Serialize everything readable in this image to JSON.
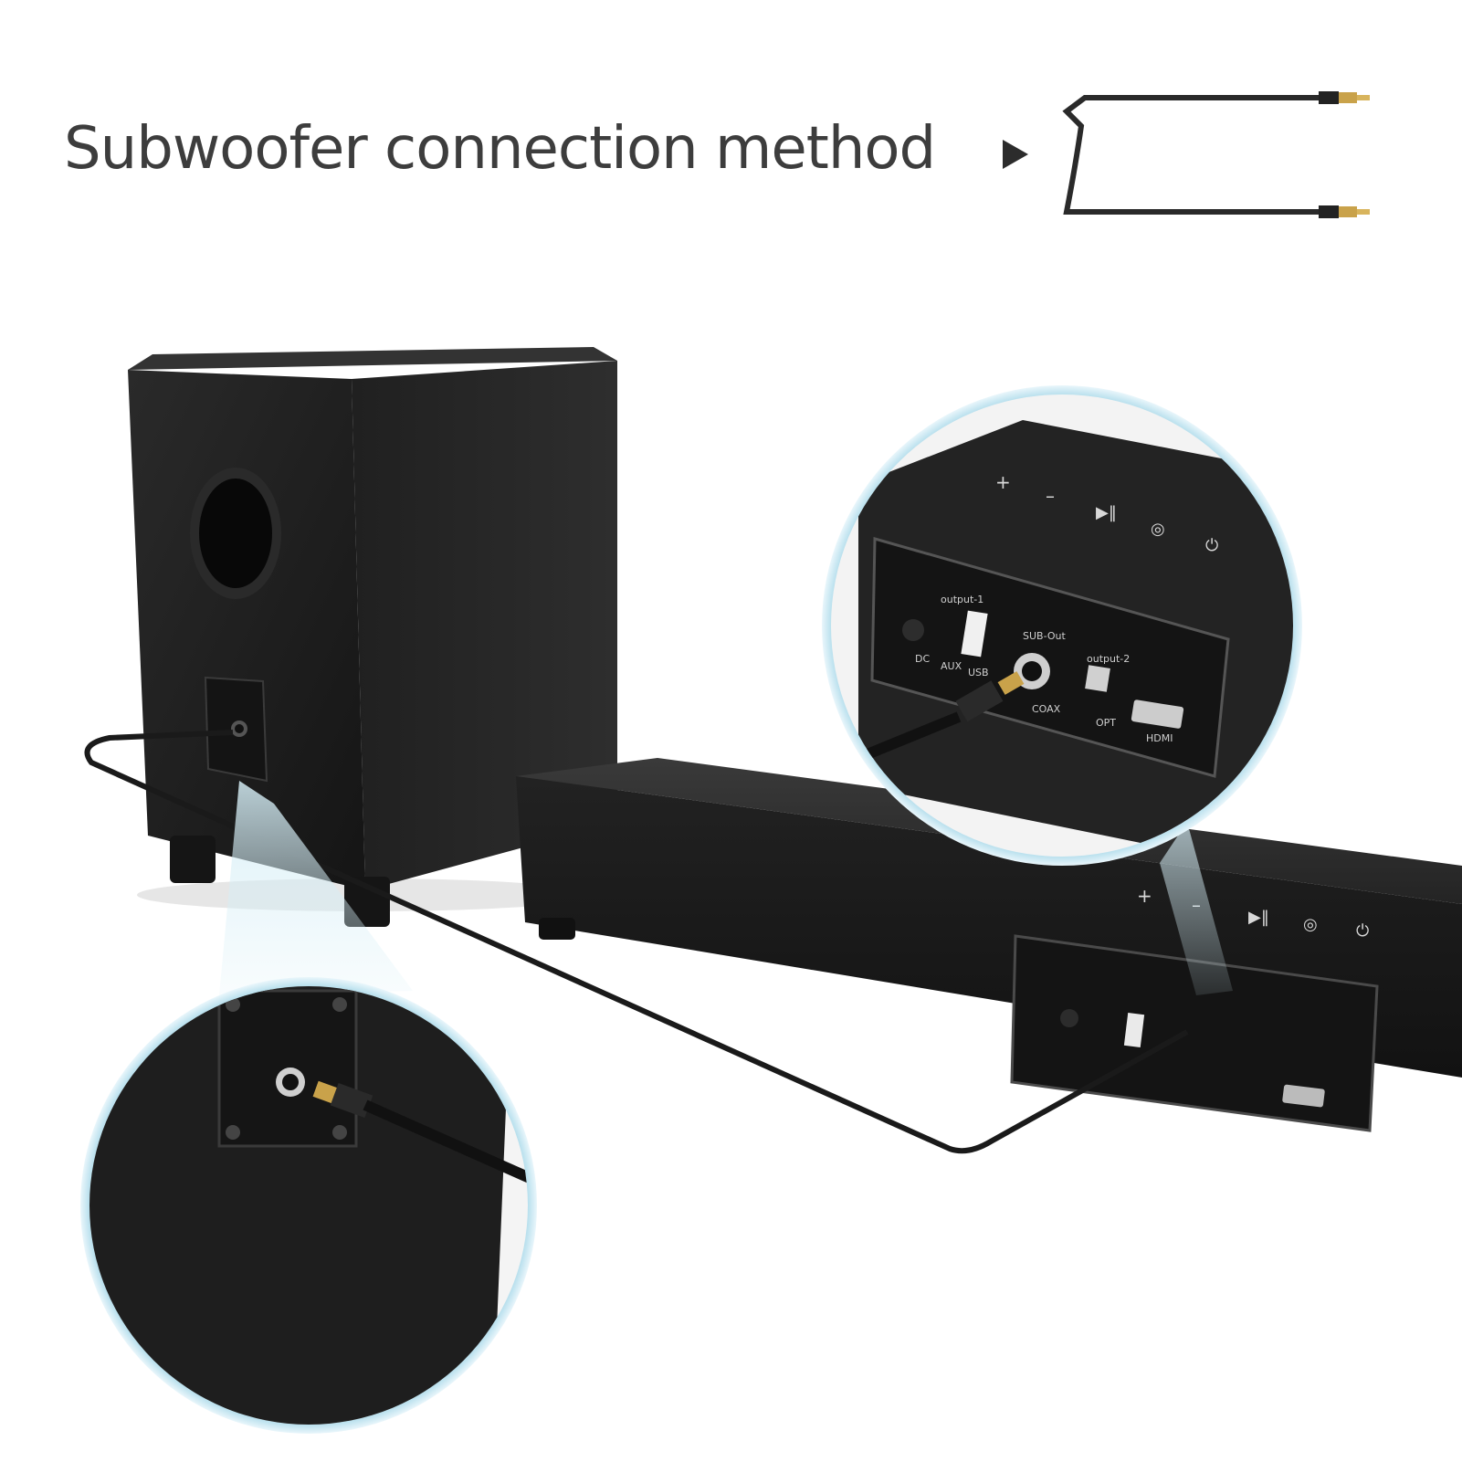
{
  "header": {
    "title": "Subwoofer connection method",
    "arrow_icon": "right-triangle-icon"
  },
  "colors": {
    "background": "#ffffff",
    "device_body": "#1c1c1c",
    "title_text": "#3d3d3d",
    "magnifier_ring": "#a9dcea",
    "plug_gold": "#c9a24a"
  },
  "soundbar_panel": {
    "port_labels": [
      "DC",
      "AUX",
      "USB",
      "output-1",
      "SUB-Out",
      "COAX",
      "output-2",
      "OPT",
      "HDMI"
    ],
    "button_icons": [
      "plus-icon",
      "minus-icon",
      "play-pause-icon",
      "bluetooth-icon",
      "power-icon"
    ]
  }
}
